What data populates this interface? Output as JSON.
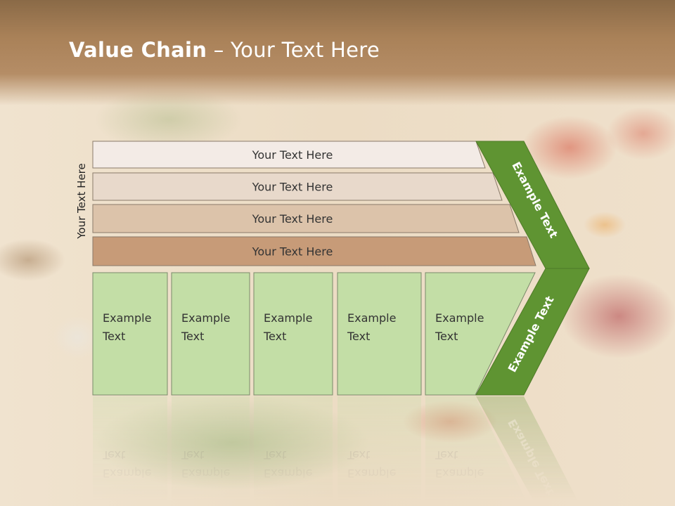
{
  "title": {
    "bold": "Value Chain",
    "rest": " – Your Text Here"
  },
  "side_label": "Your Text Here",
  "bars": [
    {
      "label": "Your Text Here",
      "color": "#f3ebe6"
    },
    {
      "label": "Your Text Here",
      "color": "#e8d9cb"
    },
    {
      "label": "Your Text Here",
      "color": "#dcc3aa"
    },
    {
      "label": "Your Text Here",
      "color": "#c79b78"
    }
  ],
  "columns": [
    {
      "line1": "Example",
      "line2": "Text"
    },
    {
      "line1": "Example",
      "line2": "Text"
    },
    {
      "line1": "Example",
      "line2": "Text"
    },
    {
      "line1": "Example",
      "line2": "Text"
    },
    {
      "line1": "Example",
      "line2": "Text"
    }
  ],
  "column_color": "#c3dea6",
  "chevron": {
    "upper_label": "Example Text",
    "lower_label": "Example Text",
    "color": "#5f9432"
  }
}
